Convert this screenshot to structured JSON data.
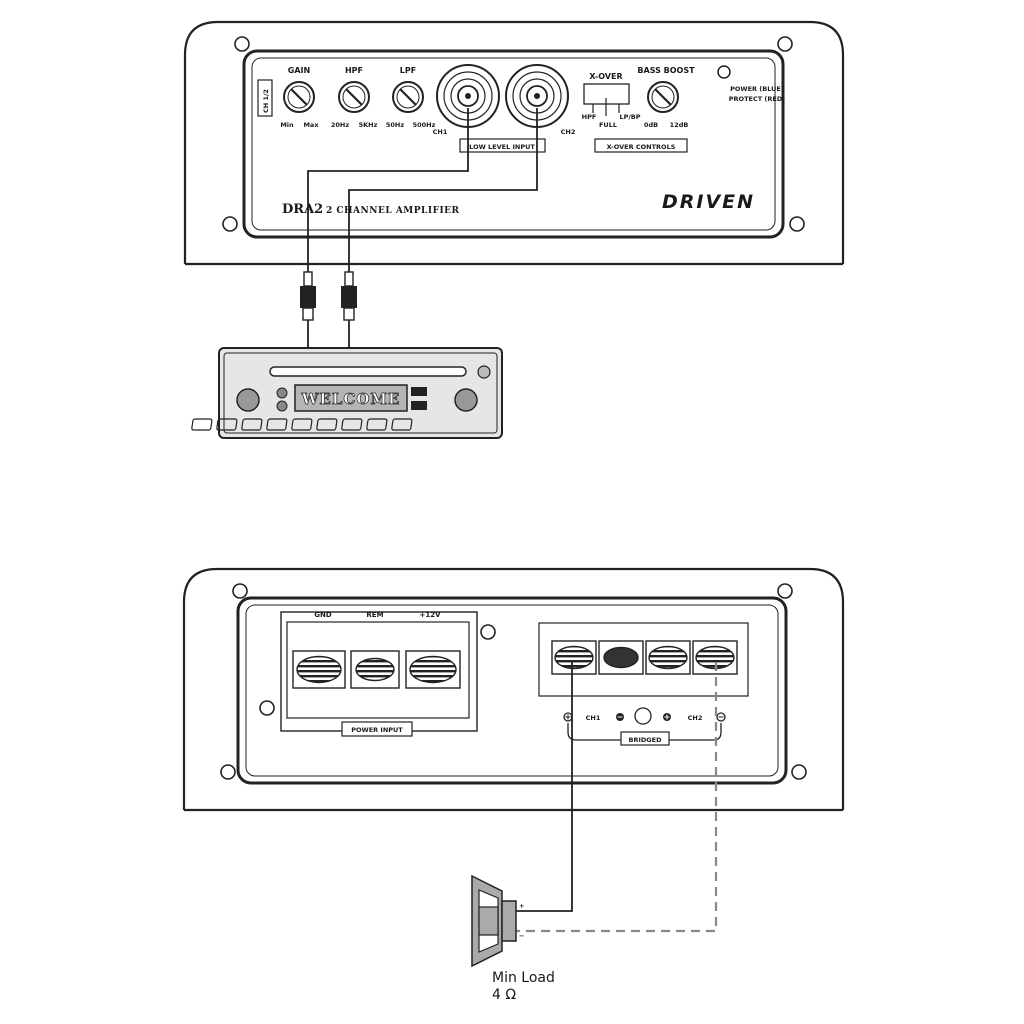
{
  "top_amp": {
    "channel_label": "CH 1/2",
    "knobs": {
      "gain": {
        "label": "GAIN",
        "min": "Min",
        "max": "Max"
      },
      "hpf": {
        "label": "HPF",
        "min": "20Hz",
        "max": "5KHz"
      },
      "lpf": {
        "label": "LPF",
        "min": "50Hz",
        "max": "500Hz"
      },
      "bass_boost": {
        "label": "BASS BOOST",
        "min": "0dB",
        "max": "12dB"
      }
    },
    "inputs": {
      "ch1": "CH1",
      "ch2": "CH2",
      "group_label": "LOW LEVEL INPUT"
    },
    "xover": {
      "title": "X-OVER",
      "hpf": "HPF",
      "full": "FULL",
      "lpbp": "LP/BP",
      "group_label": "X-OVER CONTROLS"
    },
    "led": {
      "power": "POWER (BLUE)",
      "protect": "PROTECT (RED)"
    },
    "model": "DRA2",
    "model_desc": "2 CHANNEL  AMPLIFIER",
    "brand": "DRIVEN"
  },
  "head_unit": {
    "display": "WELCOME"
  },
  "bottom_amp": {
    "power": {
      "gnd": "GND",
      "rem": "REM",
      "v12": "+12V",
      "group_label": "POWER INPUT"
    },
    "speaker": {
      "ch1": "CH1",
      "ch2": "CH2",
      "bridged": "BRIDGED"
    },
    "polarity": {
      "plus": "+",
      "minus": "−"
    }
  },
  "speaker": {
    "plus": "+",
    "minus": "−",
    "load_label": "Min Load",
    "load_value": "4 Ω"
  },
  "colors": {
    "line": "#222222",
    "dashed_wire": "#888888",
    "background": "#ffffff"
  }
}
